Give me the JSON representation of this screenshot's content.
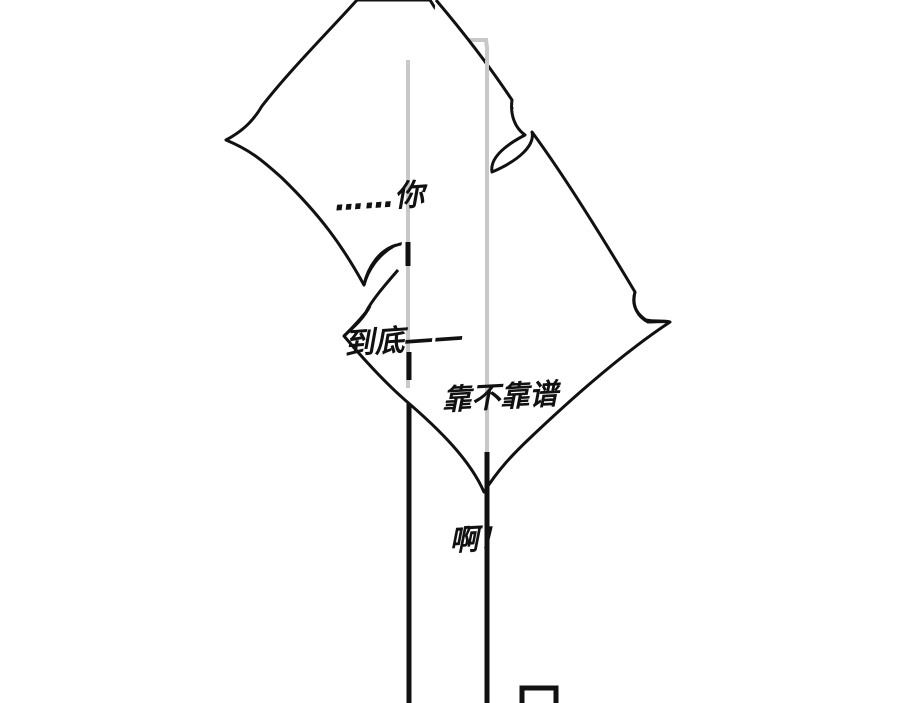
{
  "panel": {
    "bubbles": [
      {
        "id": "bubble-1",
        "lines": [
          "……你",
          "到底——"
        ]
      },
      {
        "id": "bubble-2",
        "lines": [
          "靠不靠谱",
          "啊！"
        ]
      }
    ]
  },
  "colors": {
    "background": "#ffffff",
    "ink": "#111111",
    "ghost_line": "#c8c8c8"
  }
}
